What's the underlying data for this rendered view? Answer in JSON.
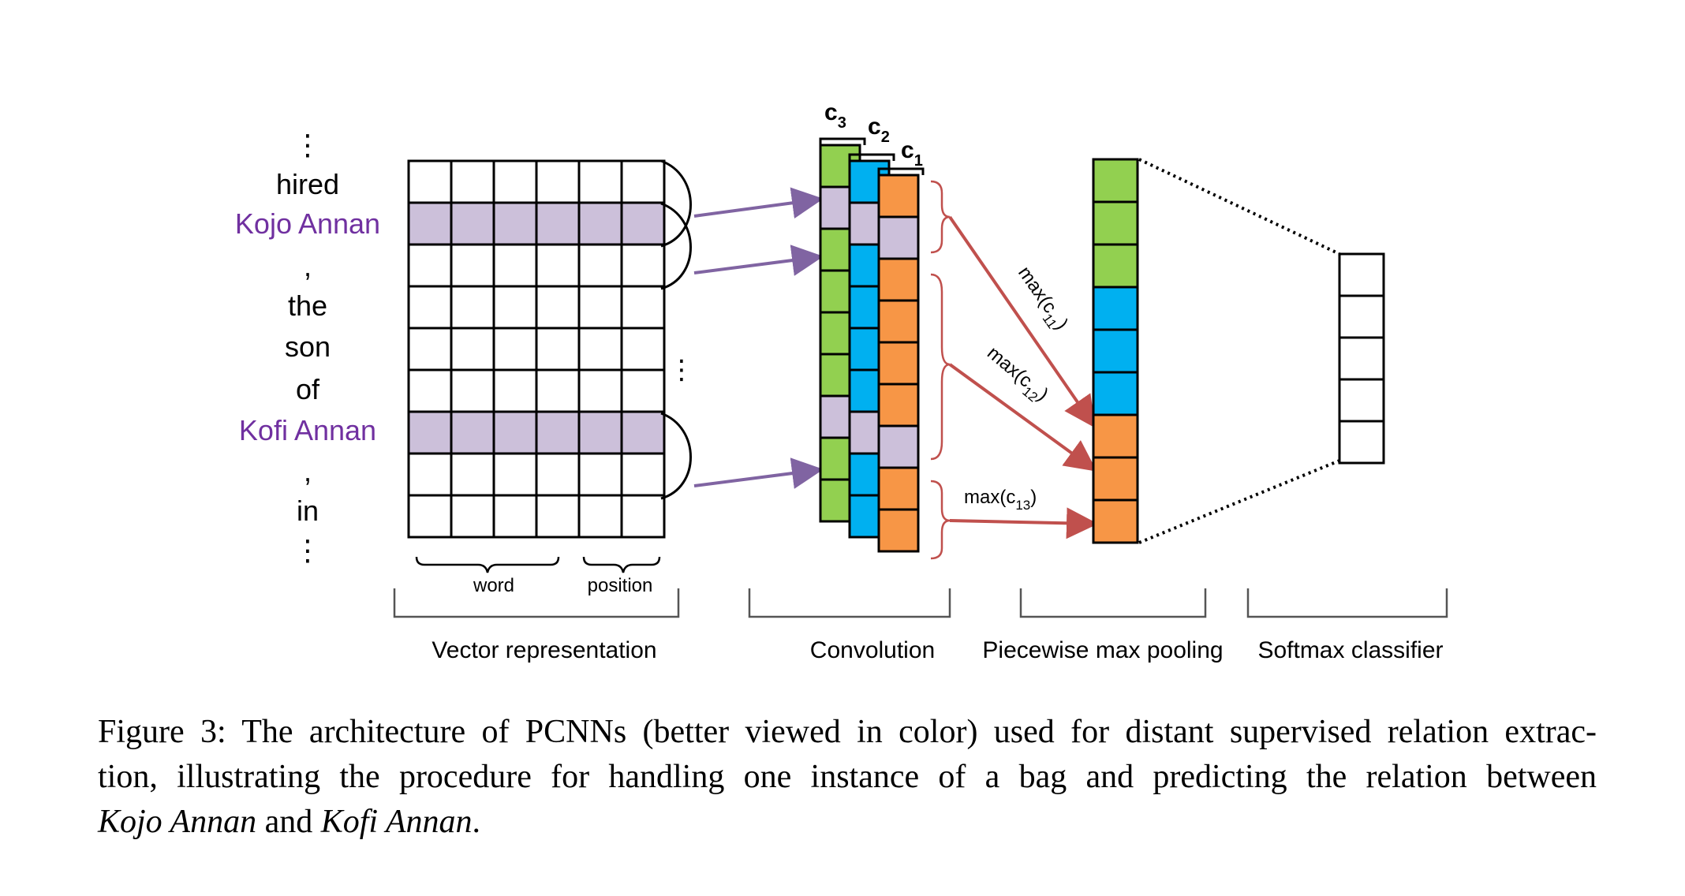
{
  "colors": {
    "entity": "#7030a0",
    "green": "#92d050",
    "blue": "#00b0f0",
    "orange": "#f79646",
    "lavender": "#ccc0da",
    "red_arrow": "#c0504d",
    "purple_arrow": "#8064a2"
  },
  "sentence": {
    "tokens": [
      "⋮",
      "hired",
      "Kojo Annan",
      ",",
      "the",
      "son",
      "of",
      "Kofi Annan",
      ",",
      "in",
      "⋮"
    ],
    "entity_tokens": [
      "Kojo Annan",
      "Kofi Annan"
    ]
  },
  "labels": {
    "word": "word",
    "position": "position",
    "vertical_ellipsis": "⋮",
    "c1": "c",
    "c1_sub": "1",
    "c2": "c",
    "c2_sub": "2",
    "c3": "c",
    "c3_sub": "3",
    "max_prefix": "max(c",
    "max11_sub": "11",
    "max12_sub": "12",
    "max13_sub": "13",
    "close_paren": ")"
  },
  "sections": {
    "vector_representation": "Vector representation",
    "convolution": "Convolution",
    "piecewise_max_pooling": "Piecewise max pooling",
    "softmax_classifier": "Softmax classifier"
  },
  "caption": {
    "line1": "Figure 3: The architecture of PCNNs (better viewed in color) used for distant supervised relation extrac-",
    "line2": "tion, illustrating the procedure for handling one instance of a bag and predicting the relation between",
    "entity1": "Kojo Annan",
    "and": " and ",
    "entity2": "Kofi Annan",
    "period": "."
  }
}
